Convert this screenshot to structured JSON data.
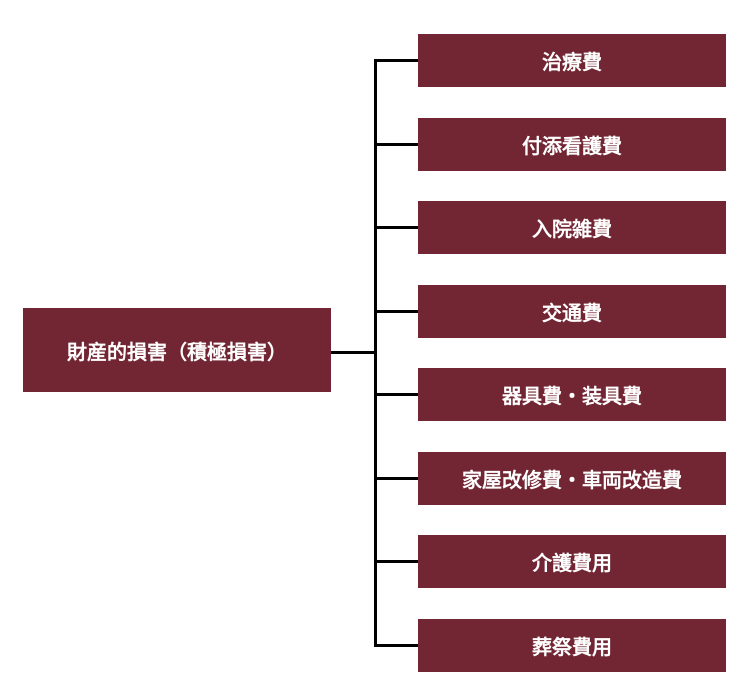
{
  "diagram": {
    "root": {
      "label": "財産的損害（積極損害）"
    },
    "children": [
      {
        "label": "治療費"
      },
      {
        "label": "付添看護費"
      },
      {
        "label": "入院雑費"
      },
      {
        "label": "交通費"
      },
      {
        "label": "器具費・装具費"
      },
      {
        "label": "家屋改修費・車両改造費"
      },
      {
        "label": "介護費用"
      },
      {
        "label": "葬祭費用"
      }
    ],
    "colors": {
      "box_fill": "#722633",
      "box_text": "#ffffff",
      "connector": "#000000"
    }
  }
}
